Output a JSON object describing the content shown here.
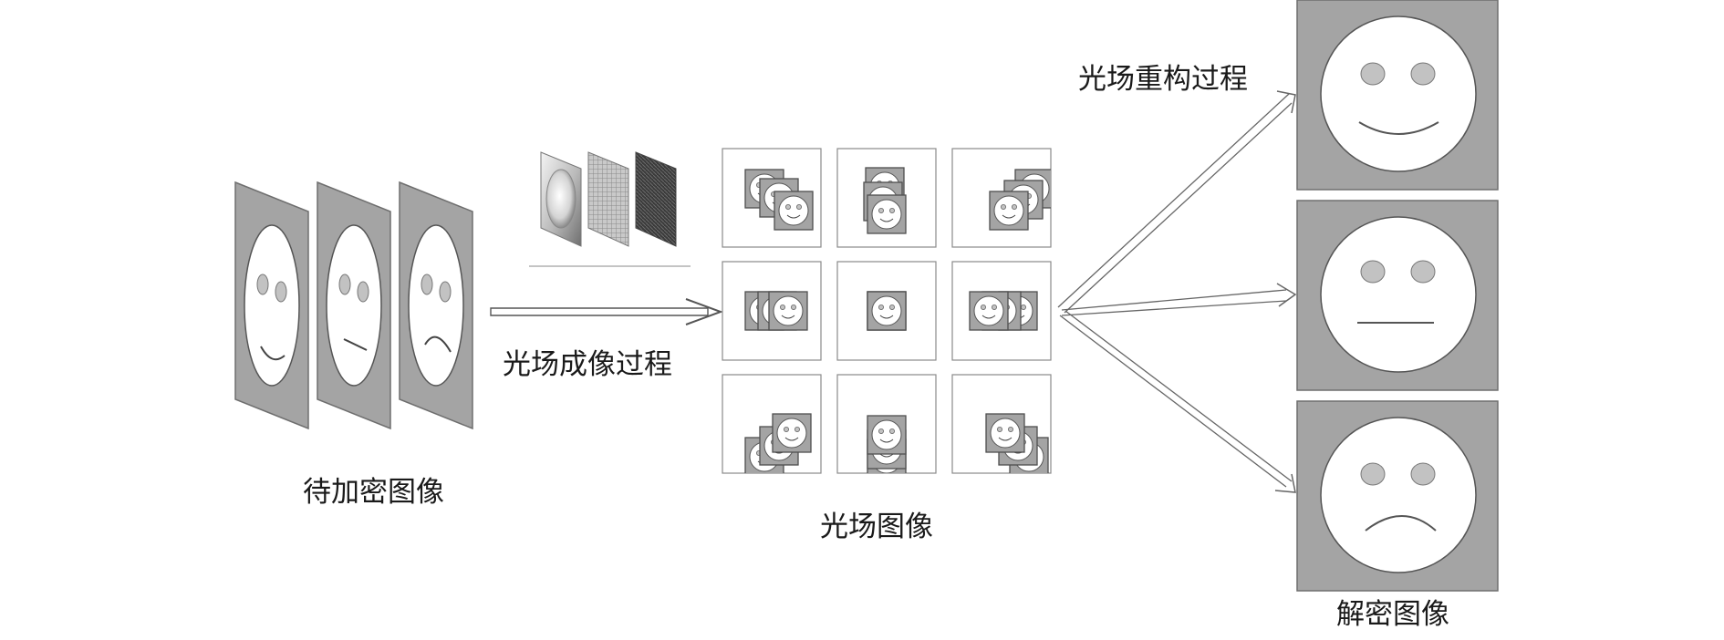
{
  "labels": {
    "input_images": "待加密图像",
    "imaging_process": "光场成像过程",
    "light_field_image": "光场图像",
    "reconstruction_process": "光场重构过程",
    "decrypted_images": "解密图像"
  },
  "faces": {
    "input": [
      "smile",
      "neutral",
      "sad"
    ],
    "output": [
      "smile",
      "neutral",
      "sad"
    ]
  },
  "colors": {
    "panel_gray": "#a4a4a4",
    "face_fill": "#ffffff",
    "eye_fill": "#c2c2c2",
    "stroke": "#555555",
    "grid_cell_border": "#8a8a8a"
  }
}
